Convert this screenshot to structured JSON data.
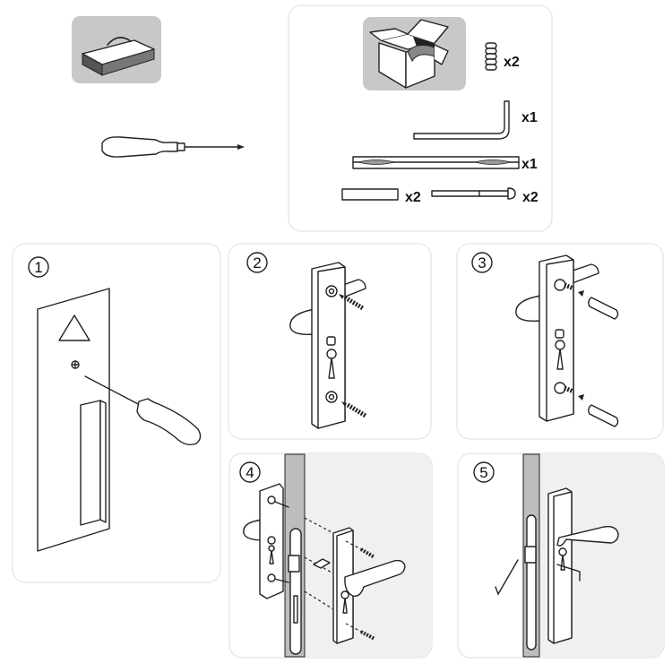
{
  "parts": {
    "magnets_qty": "x2",
    "hex_key_qty": "x1",
    "spindle_qty": "x1",
    "plug_qty": "x2",
    "bolt_qty": "x2"
  },
  "steps": [
    {
      "number": "1"
    },
    {
      "number": "2"
    },
    {
      "number": "3"
    },
    {
      "number": "4"
    },
    {
      "number": "5"
    }
  ],
  "colors": {
    "icon_bg": "#c8c8c8",
    "door_edge": "#bdbdbd",
    "wall": "#f0f0f0",
    "line": "#222222"
  }
}
